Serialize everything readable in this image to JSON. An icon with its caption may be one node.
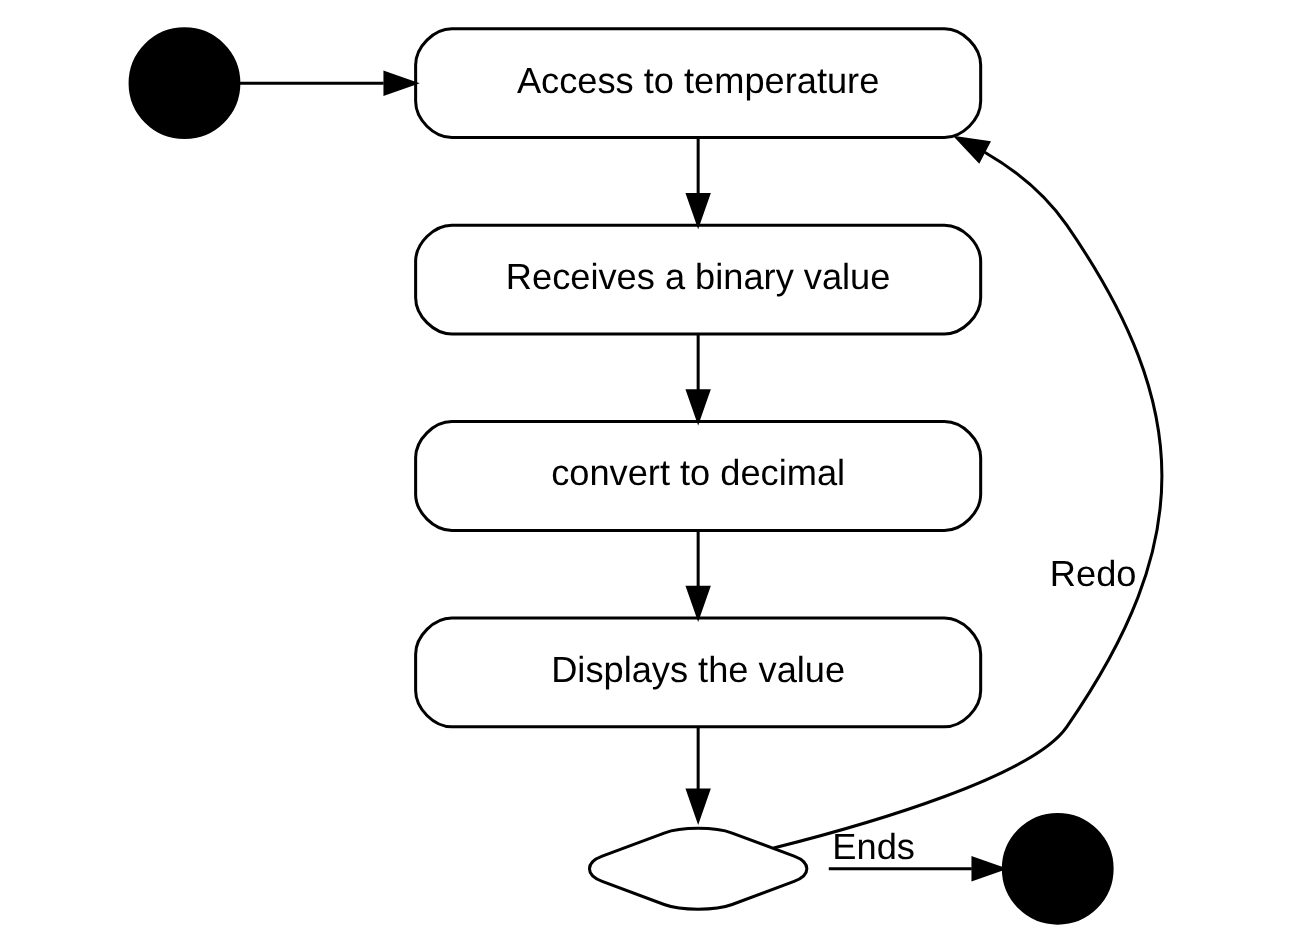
{
  "diagram": {
    "nodes": [
      {
        "text": [],
        "shape": "circle"
      },
      {
        "text": [
          "Access to temperature"
        ]
      },
      {
        "text": [
          "Receives a binary value"
        ]
      },
      {
        "text": [
          "convert to decimal"
        ]
      },
      {
        "text": [
          "Displays the value"
        ]
      },
      {
        "text": [],
        "shape": "diamond"
      },
      {
        "text": [],
        "shape": "circle"
      }
    ],
    "edges": [
      {
        "from": 0,
        "to": 1,
        "arrow": "to"
      },
      {
        "from": 1,
        "to": 2,
        "arrow": "to"
      },
      {
        "from": 2,
        "to": 3,
        "arrow": "to"
      },
      {
        "from": 3,
        "to": 4,
        "arrow": "to"
      },
      {
        "from": 4,
        "to": 5,
        "arrow": "to"
      },
      {
        "from": 5,
        "to": 1,
        "arrow": "to",
        "label": "Redo"
      },
      {
        "from": 5,
        "to": 6,
        "arrow": "to",
        "label": "Ends"
      }
    ]
  }
}
